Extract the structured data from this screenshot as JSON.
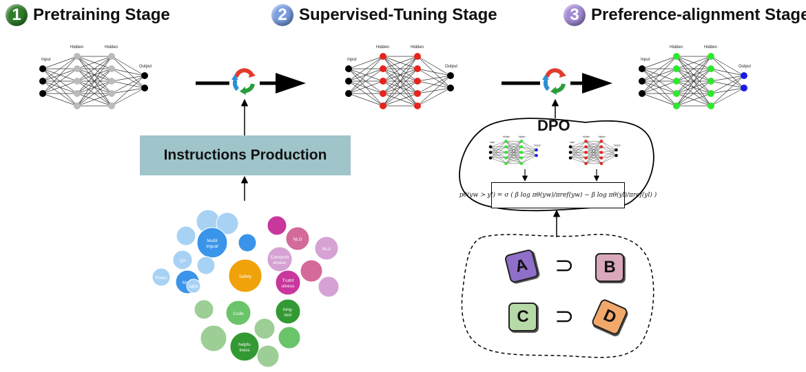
{
  "stages": [
    {
      "number": "1",
      "title": "Pretraining Stage",
      "color": "#2f7d2a"
    },
    {
      "number": "2",
      "title": "Supervised-Tuning Stage",
      "color": "#7a9ee0"
    },
    {
      "number": "3",
      "title": "Preference-alignment Stage",
      "color": "#a28bd4"
    }
  ],
  "network_labels": {
    "input": "Input",
    "hidden": "Hidden",
    "output": "Output"
  },
  "node_colors": {
    "pretrain_hidden": "#bbbbbb",
    "sft_hidden": "#e8231c",
    "pref_hidden": "#2ee82e",
    "pref_output": "#1a1ae8",
    "io": "#000000"
  },
  "instructions_box": {
    "label": "Instructions Production",
    "color": "#9fc4c9"
  },
  "dpo": {
    "title": "DPO",
    "formula": "pθ(yw ≻ yl) = σ ( β log πθ(yw)/πref(yw) − β log πθ(yl)/πref(yl) )"
  },
  "preferences": [
    {
      "left": "A",
      "right": "B",
      "left_color": "#8f6fc7",
      "right_color": "#d9a8bd"
    },
    {
      "left": "C",
      "right": "D",
      "left_color": "#b7d9a8",
      "right_color": "#f2a86b"
    }
  ],
  "preference_symbol": "⊃",
  "bubbles": [
    {
      "label": "",
      "color": "#a8d2f4"
    },
    {
      "label": "",
      "color": "#a8d2f4"
    },
    {
      "label": "",
      "color": "#a8d2f4"
    },
    {
      "label": "Multilingual",
      "color": "#3a94ea"
    },
    {
      "label": "",
      "color": "#3a94ea"
    },
    {
      "label": "QA",
      "color": "#a8d2f4"
    },
    {
      "label": "",
      "color": "#a8d2f4"
    },
    {
      "label": "Poem",
      "color": "#a8d2f4"
    },
    {
      "label": "Math",
      "color": "#3a94ea"
    },
    {
      "label": "NER",
      "color": "#a8d2f4"
    },
    {
      "label": "Safety",
      "color": "#f0a20a"
    },
    {
      "label": "",
      "color": "#c8379c"
    },
    {
      "label": "NLG",
      "color": "#d46a9a"
    },
    {
      "label": "NLU",
      "color": "#d6a2d4"
    },
    {
      "label": "Comprehension",
      "color": "#d6a2d4"
    },
    {
      "label": "",
      "color": "#d46a9a"
    },
    {
      "label": "Truthfulness",
      "color": "#c8379c"
    },
    {
      "label": "",
      "color": "#d6a2d4"
    },
    {
      "label": "",
      "color": "#9cce96"
    },
    {
      "label": "Code",
      "color": "#6ac46a"
    },
    {
      "label": "long-text",
      "color": "#339933"
    },
    {
      "label": "",
      "color": "#9cce96"
    },
    {
      "label": "",
      "color": "#9cce96"
    },
    {
      "label": "helpfulness",
      "color": "#339933"
    },
    {
      "label": "",
      "color": "#6ac46a"
    },
    {
      "label": "",
      "color": "#9cce96"
    }
  ]
}
